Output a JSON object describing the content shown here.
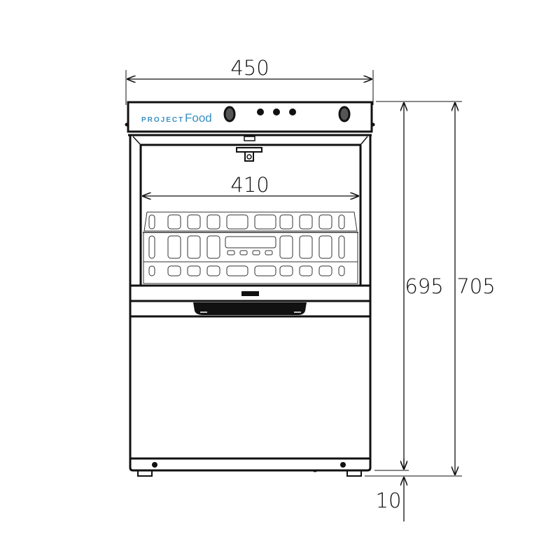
{
  "drawing": {
    "brand": {
      "prefix": "PROJECT",
      "name": "Food",
      "color": "#3a8fc0"
    },
    "dimensions": {
      "overall_width": "450",
      "inner_width": "410",
      "body_height": "695",
      "total_height": "705",
      "feet_height": "10"
    },
    "line_color": "#111111"
  }
}
